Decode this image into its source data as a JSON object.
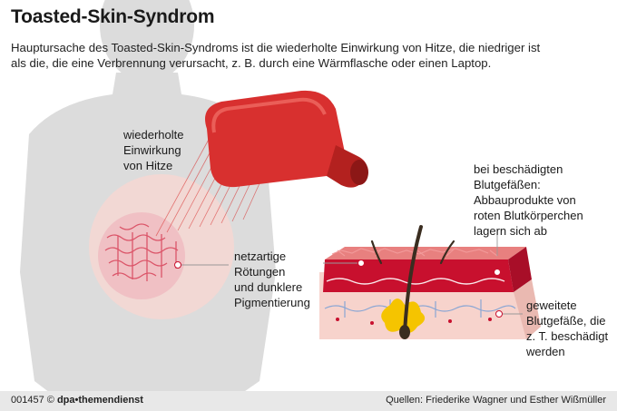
{
  "header": {
    "title": "Toasted-Skin-Syndrom",
    "subtitle_line1": "Hauptursache des Toasted-Skin-Syndroms ist die wiederholte Einwirkung von Hitze, die niedriger ist",
    "subtitle_line2": "als die, die eine Verbrennung verursacht, z. B. durch eine Wärmflasche oder einen Laptop."
  },
  "labels": {
    "heat_1": "wiederholte",
    "heat_2": "Einwirkung",
    "heat_3": "von Hitze",
    "redness_1": "netzartige",
    "redness_2": "Rötungen",
    "redness_3": "und dunklere",
    "redness_4": "Pigmentierung",
    "vessels_1": "bei beschädigten",
    "vessels_2": "Blutgefäßen:",
    "vessels_3": "Abbauprodukte von",
    "vessels_4": "roten Blutkörperchen",
    "vessels_5": "lagern sich ab",
    "dilated_1": "geweitete",
    "dilated_2": "Blutgefäße, die",
    "dilated_3": "z. T. beschädigt",
    "dilated_4": "werden"
  },
  "footer": {
    "id_prefix": "001457 © ",
    "brand": "dpa•themendienst",
    "source": "Quellen: Friederike Wagner und Esther Wißmüller"
  },
  "colors": {
    "silhouette": "#dcdcdc",
    "bottle": "#d8302f",
    "skin": "#f7d3cc",
    "dermis": "#c8102e",
    "pigment": "#f5c400",
    "hair": "#3a2d20"
  }
}
